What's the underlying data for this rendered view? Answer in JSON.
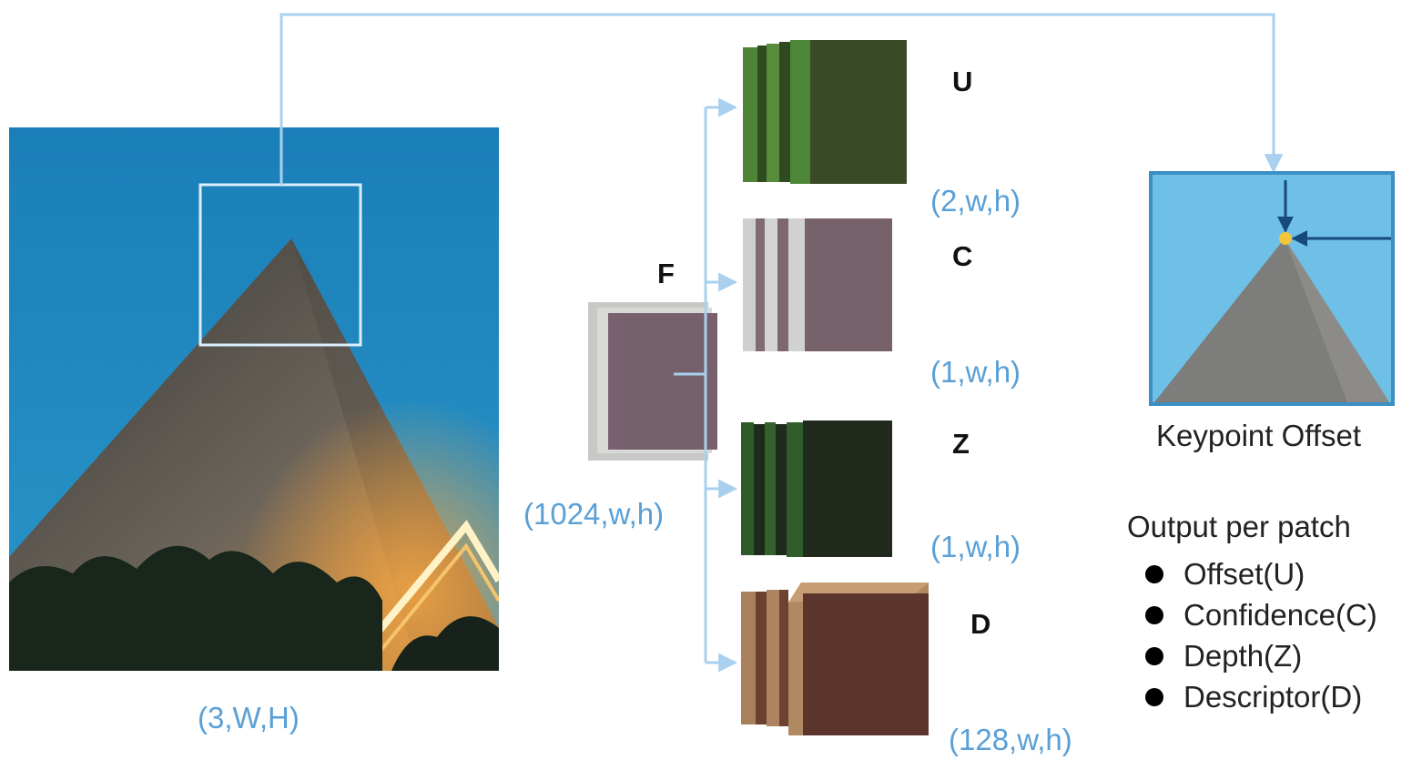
{
  "input": {
    "dims": "(3,W,H)"
  },
  "feature": {
    "label": "F",
    "dims": "(1024,w,h)"
  },
  "heads": [
    {
      "label": "U",
      "dims": "(2,w,h)"
    },
    {
      "label": "C",
      "dims": "(1,w,h)"
    },
    {
      "label": "Z",
      "dims": "(1,w,h)"
    },
    {
      "label": "D",
      "dims": "(128,w,h)"
    }
  ],
  "keypoint": {
    "caption": "Keypoint Offset"
  },
  "legend": {
    "title": "Output per patch",
    "items": [
      "Offset(U)",
      "Confidence(C)",
      "Depth(Z)",
      "Descriptor(D)"
    ]
  },
  "colors": {
    "connector": "#a9d0ee",
    "U": "#3b4a26",
    "C": "#77626c",
    "Z": "#222a1e",
    "D": "#5c352c",
    "F": "#7a5f6f",
    "sky": "#1f86bf",
    "keypoint_bg": "#6fc0e6",
    "keypoint_dot": "#f2c53a"
  }
}
